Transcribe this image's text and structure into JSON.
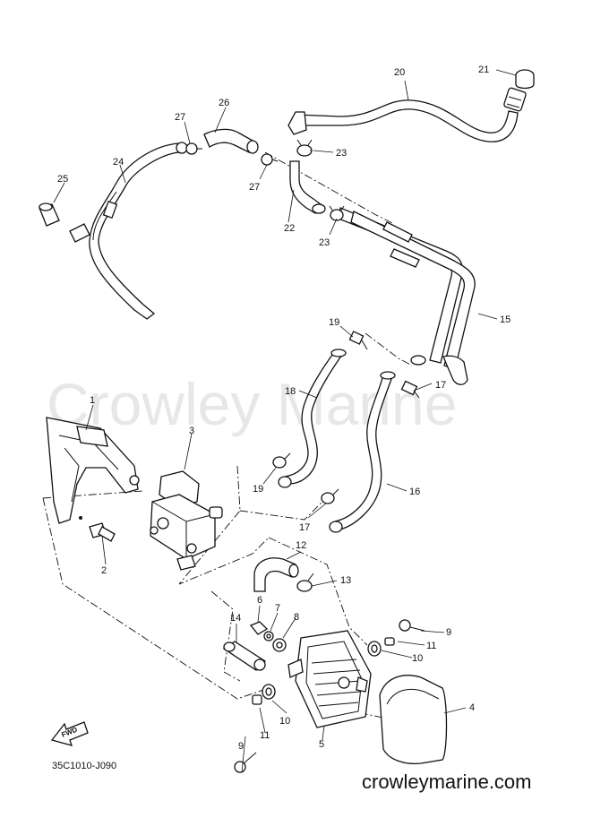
{
  "watermark": "Crowley Marine",
  "website": "crowleymarine.com",
  "diagram_code": "35C1010-J090",
  "fwd_label": "FWD",
  "callouts": {
    "c1": "1",
    "c2": "2",
    "c3": "3",
    "c4": "4",
    "c5": "5",
    "c6": "6",
    "c7": "7",
    "c8": "8",
    "c9a": "9",
    "c9b": "9",
    "c10a": "10",
    "c10b": "10",
    "c11a": "11",
    "c11b": "11",
    "c12": "12",
    "c13": "13",
    "c14": "14",
    "c15": "15",
    "c16": "16",
    "c17a": "17",
    "c17b": "17",
    "c18": "18",
    "c19a": "19",
    "c19b": "19",
    "c20": "20",
    "c21": "21",
    "c22": "22",
    "c23a": "23",
    "c23b": "23",
    "c24": "24",
    "c25": "25",
    "c26": "26",
    "c27a": "27",
    "c27b": "27"
  }
}
